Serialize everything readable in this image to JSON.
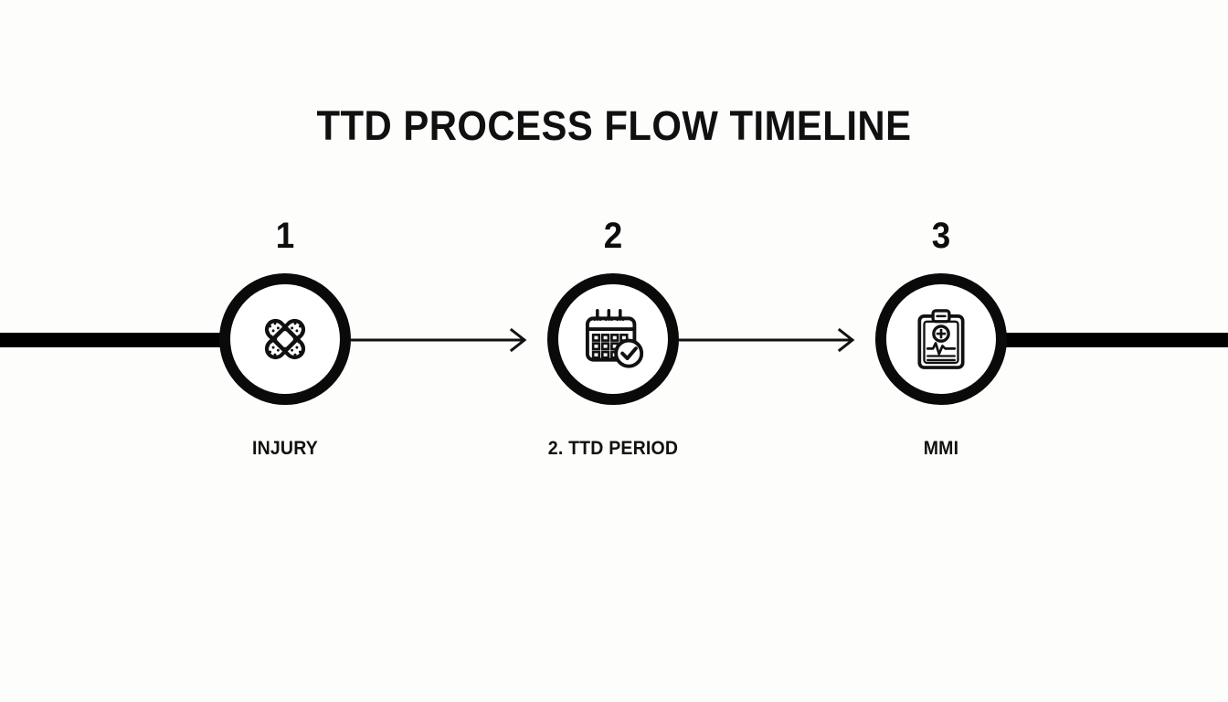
{
  "title": "TTD PROCESS FLOW TIMELINE",
  "theme": {
    "background": "#fdfdfc",
    "foreground": "#0a0a0a",
    "circle_fill": "#ffffff"
  },
  "timeline": {
    "rail_left_label": "timeline-rail-left",
    "rail_right_label": "timeline-rail-right",
    "steps": [
      {
        "number": "1",
        "label": "INJURY",
        "icon": "crossed-bandages-icon"
      },
      {
        "number": "2",
        "label": "2. TTD PERIOD",
        "icon": "calendar-check-icon"
      },
      {
        "number": "3",
        "label": "MMI",
        "icon": "medical-clipboard-icon"
      }
    ],
    "connectors": [
      {
        "from": "1",
        "to": "2",
        "style": "arrow"
      },
      {
        "from": "2",
        "to": "3",
        "style": "arrow"
      }
    ]
  }
}
